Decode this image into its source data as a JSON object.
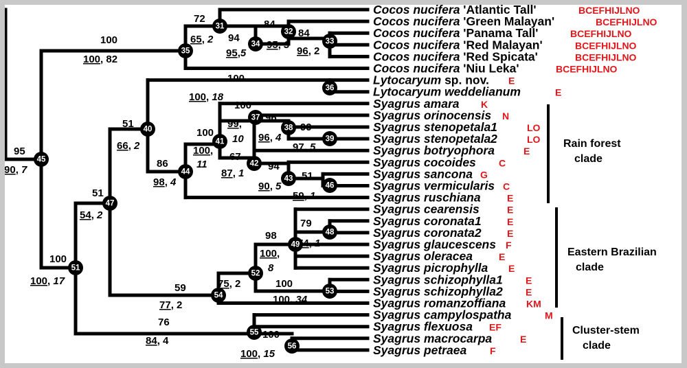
{
  "taxa": [
    {
      "genus": "Cocos nucifera",
      "suffix": " 'Atlantic Tall'",
      "codes": "BCEFHIJLNO"
    },
    {
      "genus": "Cocos nucifera",
      "suffix": " 'Green Malayan'",
      "codes": "BCEFHIJLNO"
    },
    {
      "genus": "Cocos nucifera",
      "suffix": " 'Panama Tall'",
      "codes": "BCEFHIJLNO"
    },
    {
      "genus": "Cocos nucifera",
      "suffix": " 'Red Malayan'",
      "codes": "BCEFHIJLNO"
    },
    {
      "genus": "Cocos nucifera",
      "suffix": " 'Red Spicata'",
      "codes": "BCEFHIJLNO"
    },
    {
      "genus": "Cocos nucifera",
      "suffix": " 'Niu Leka'",
      "codes": "BCEFHIJLNO"
    },
    {
      "genus": "Lytocaryum",
      "suffix": " sp. nov.",
      "codes": "E"
    },
    {
      "genus": "Lytocaryum weddelianum",
      "suffix": "",
      "codes": "E"
    },
    {
      "genus": "Syagrus amara",
      "suffix": "",
      "codes": "K"
    },
    {
      "genus": "Syagrus orinocensis",
      "suffix": "",
      "codes": "N"
    },
    {
      "genus": "Syagrus stenopetala1",
      "suffix": "",
      "codes": "LO"
    },
    {
      "genus": "Syagrus stenopetala2",
      "suffix": "",
      "codes": "LO"
    },
    {
      "genus": "Syagrus botryophora",
      "suffix": "",
      "codes": "E"
    },
    {
      "genus": "Syagrus cocoides",
      "suffix": "",
      "codes": "C"
    },
    {
      "genus": "Syagrus sancona",
      "suffix": "",
      "codes": "G"
    },
    {
      "genus": "Syagrus vermicularis",
      "suffix": "",
      "codes": "C"
    },
    {
      "genus": "Syagrus ruschiana",
      "suffix": "",
      "codes": "E"
    },
    {
      "genus": "Syagrus cearensis",
      "suffix": "",
      "codes": "E"
    },
    {
      "genus": "Syagrus coronata1",
      "suffix": "",
      "codes": "E"
    },
    {
      "genus": "Syagrus coronata2",
      "suffix": "",
      "codes": "E"
    },
    {
      "genus": "Syagrus glaucescens",
      "suffix": "",
      "codes": "F"
    },
    {
      "genus": "Syagrus oleracea",
      "suffix": "",
      "codes": "E"
    },
    {
      "genus": "Syagrus picrophylla",
      "suffix": "",
      "codes": "E"
    },
    {
      "genus": "Syagrus schizophylla1",
      "suffix": "",
      "codes": "E"
    },
    {
      "genus": "Syagrus schizophylla2",
      "suffix": "",
      "codes": "E"
    },
    {
      "genus": "Syagrus romanzoffiana",
      "suffix": "",
      "codes": "KM"
    },
    {
      "genus": "Syagrus campylospatha",
      "suffix": "",
      "codes": "M"
    },
    {
      "genus": "Syagrus flexuosa",
      "suffix": "",
      "codes": "EF"
    },
    {
      "genus": "Syagrus macrocarpa",
      "suffix": "",
      "codes": "E"
    },
    {
      "genus": "Syagrus petraea",
      "suffix": "",
      "codes": "F"
    }
  ],
  "nodes": [
    {
      "id": "31"
    },
    {
      "id": "32"
    },
    {
      "id": "33"
    },
    {
      "id": "34"
    },
    {
      "id": "35"
    },
    {
      "id": "36"
    },
    {
      "id": "37"
    },
    {
      "id": "38"
    },
    {
      "id": "39"
    },
    {
      "id": "40"
    },
    {
      "id": "41"
    },
    {
      "id": "42"
    },
    {
      "id": "43"
    },
    {
      "id": "44"
    },
    {
      "id": "45"
    },
    {
      "id": "46"
    },
    {
      "id": "47"
    },
    {
      "id": "48"
    },
    {
      "id": "49"
    },
    {
      "id": "51"
    },
    {
      "id": "52"
    },
    {
      "id": "53"
    },
    {
      "id": "54"
    },
    {
      "id": "55"
    },
    {
      "id": "56"
    }
  ],
  "support": [
    {
      "parts": [
        {
          "t": "72"
        }
      ]
    },
    {
      "parts": [
        {
          "t": "65",
          "u": true
        },
        {
          "t": ", "
        },
        {
          "t": "2",
          "i": true
        }
      ]
    },
    {
      "parts": [
        {
          "t": "84"
        }
      ]
    },
    {
      "parts": [
        {
          "t": "94"
        }
      ]
    },
    {
      "parts": [
        {
          "t": "84"
        }
      ]
    },
    {
      "parts": [
        {
          "t": "95",
          "u": true
        },
        {
          "t": ", "
        },
        {
          "t": "3",
          "i": true
        }
      ]
    },
    {
      "parts": [
        {
          "t": "96",
          "u": true
        },
        {
          "t": ", 2"
        }
      ]
    },
    {
      "parts": [
        {
          "t": "95",
          "u": true
        },
        {
          "t": ","
        },
        {
          "t": "5",
          "i": true
        }
      ]
    },
    {
      "parts": [
        {
          "t": "100"
        }
      ]
    },
    {
      "parts": [
        {
          "t": "100",
          "u": true
        },
        {
          "t": ", 82"
        }
      ]
    },
    {
      "parts": [
        {
          "t": "95"
        }
      ]
    },
    {
      "parts": [
        {
          "t": "90",
          "u": true
        },
        {
          "t": ", "
        },
        {
          "t": "7",
          "i": true
        }
      ]
    },
    {
      "parts": [
        {
          "t": "100"
        }
      ]
    },
    {
      "parts": [
        {
          "t": "100",
          "u": true
        },
        {
          "t": ", "
        },
        {
          "t": "18",
          "i": true
        }
      ]
    },
    {
      "parts": [
        {
          "t": "100"
        }
      ]
    },
    {
      "parts": [
        {
          "t": "96"
        }
      ]
    },
    {
      "parts": [
        {
          "t": "99",
          "u": true
        },
        {
          "t": ","
        }
      ]
    },
    {
      "parts": [
        {
          "t": "10",
          "i": true
        }
      ]
    },
    {
      "parts": [
        {
          "t": "99"
        }
      ]
    },
    {
      "parts": [
        {
          "t": "96",
          "u": true
        },
        {
          "t": ", "
        },
        {
          "t": "4",
          "i": true
        }
      ]
    },
    {
      "parts": [
        {
          "t": "97",
          "u": true
        },
        {
          "t": ", "
        },
        {
          "t": "5",
          "i": true
        }
      ]
    },
    {
      "parts": [
        {
          "t": "100"
        }
      ]
    },
    {
      "parts": [
        {
          "t": "100",
          "u": true
        },
        {
          "t": ","
        }
      ]
    },
    {
      "parts": [
        {
          "t": "11",
          "i": true
        }
      ]
    },
    {
      "parts": [
        {
          "t": "67"
        }
      ]
    },
    {
      "parts": [
        {
          "t": "87",
          "u": true
        },
        {
          "t": ", "
        },
        {
          "t": "1",
          "i": true
        }
      ]
    },
    {
      "parts": [
        {
          "t": "94"
        }
      ]
    },
    {
      "parts": [
        {
          "t": "51"
        }
      ]
    },
    {
      "parts": [
        {
          "t": "90",
          "u": true
        },
        {
          "t": ", "
        },
        {
          "t": "5",
          "i": true
        }
      ]
    },
    {
      "parts": [
        {
          "t": "59",
          "u": true
        },
        {
          "t": ", "
        },
        {
          "t": "1",
          "i": true
        }
      ]
    },
    {
      "parts": [
        {
          "t": "51"
        }
      ]
    },
    {
      "parts": [
        {
          "t": "66",
          "u": true
        },
        {
          "t": ", "
        },
        {
          "t": "2",
          "i": true
        }
      ]
    },
    {
      "parts": [
        {
          "t": "86"
        }
      ]
    },
    {
      "parts": [
        {
          "t": "98",
          "u": true
        },
        {
          "t": ", "
        },
        {
          "t": "4",
          "i": true
        }
      ]
    },
    {
      "parts": [
        {
          "t": "51"
        }
      ]
    },
    {
      "parts": [
        {
          "t": "54",
          "u": true
        },
        {
          "t": ", "
        },
        {
          "t": "2",
          "i": true
        }
      ]
    },
    {
      "parts": [
        {
          "t": "100"
        }
      ]
    },
    {
      "parts": [
        {
          "t": "100",
          "u": true
        },
        {
          "t": ", "
        },
        {
          "t": "17",
          "i": true
        }
      ]
    },
    {
      "parts": [
        {
          "t": "79"
        }
      ]
    },
    {
      "parts": [
        {
          "t": "98"
        }
      ]
    },
    {
      "parts": [
        {
          "t": "74",
          "u": true
        },
        {
          "t": ", "
        },
        {
          "t": "1",
          "i": true
        }
      ]
    },
    {
      "parts": [
        {
          "t": "100",
          "u": true
        },
        {
          "t": ","
        }
      ]
    },
    {
      "parts": [
        {
          "t": "8",
          "i": true
        }
      ]
    },
    {
      "parts": [
        {
          "t": "75",
          "u": true
        },
        {
          "t": ", 2"
        }
      ]
    },
    {
      "parts": [
        {
          "t": "100"
        }
      ]
    },
    {
      "parts": [
        {
          "t": "100",
          "u": true
        },
        {
          "t": ", "
        },
        {
          "t": "34",
          "i": true
        }
      ]
    },
    {
      "parts": [
        {
          "t": "59"
        }
      ]
    },
    {
      "parts": [
        {
          "t": "77",
          "u": true
        },
        {
          "t": ", 2"
        }
      ]
    },
    {
      "parts": [
        {
          "t": "76"
        }
      ]
    },
    {
      "parts": [
        {
          "t": "84",
          "u": true
        },
        {
          "t": ", 4"
        }
      ]
    },
    {
      "parts": [
        {
          "t": "100"
        }
      ]
    },
    {
      "parts": [
        {
          "t": "100",
          "u": true
        },
        {
          "t": ", "
        },
        {
          "t": "15",
          "i": true
        }
      ]
    }
  ],
  "clades": [
    {
      "line1": "Rain forest",
      "line2": "clade"
    },
    {
      "line1": "Eastern Brazilian",
      "line2": "clade"
    },
    {
      "line1": "Cluster-stem",
      "line2": "clade"
    }
  ]
}
